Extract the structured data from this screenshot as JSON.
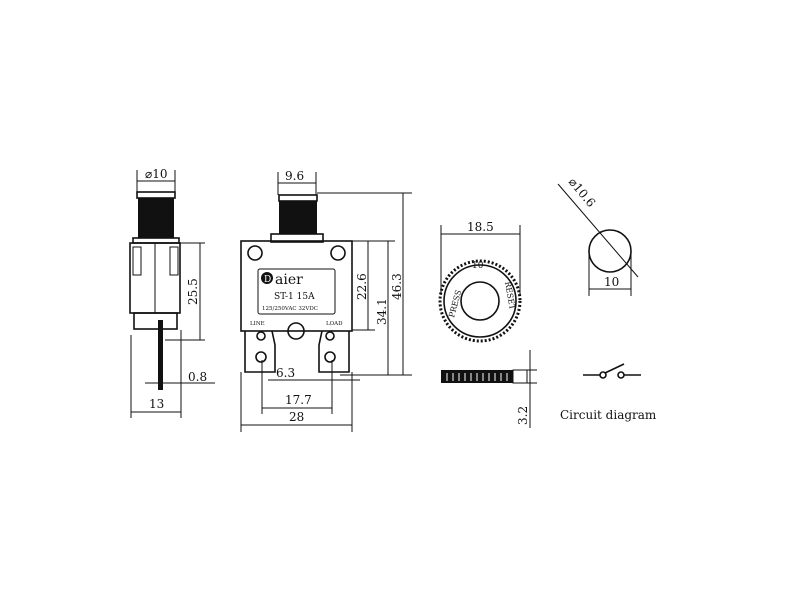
{
  "side_view": {
    "diameter_label": "⌀10",
    "height_label": "25.5",
    "pin_label": "0.8",
    "width_label": "13"
  },
  "front_view": {
    "button_width_label": "9.6",
    "total_height_label": "46.3",
    "body_terminal_height_label": "34.1",
    "body_height_label": "22.6",
    "terminal_spacing_label": "17.7",
    "width_label": "28",
    "terminal_width_label": "6.3",
    "brand": "aier",
    "brand_initial": "D",
    "model": "ST-1 15A",
    "rating": "125/250VAC 32VDC",
    "line_label": "LINE",
    "load_label": "LOAD"
  },
  "nut_view": {
    "diameter_label": "18.5",
    "top_text": "10",
    "left_text": "PRESS",
    "right_text": "RESET",
    "thickness_label": "3.2"
  },
  "hole_view": {
    "diameter_label": "⌀10.6",
    "width_label": "10"
  },
  "circuit": {
    "label": "Circuit diagram"
  },
  "colors": {
    "ink": "#111111",
    "background": "#ffffff"
  }
}
